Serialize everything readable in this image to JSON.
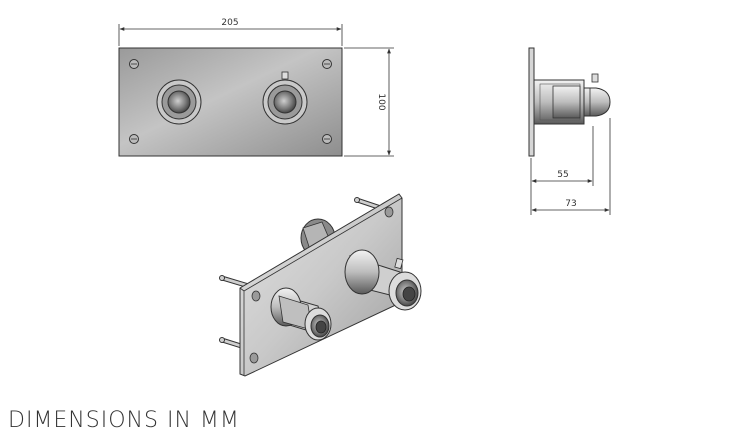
{
  "dimensions": {
    "width": "205",
    "height": "100",
    "depth_body": "55",
    "depth_total": "73"
  },
  "caption": "DIMENSIONS IN MM",
  "colors": {
    "line": "#333333",
    "plate": "#a8a8a8",
    "metal_dark": "#555555",
    "metal_light": "#e6e6e6"
  }
}
